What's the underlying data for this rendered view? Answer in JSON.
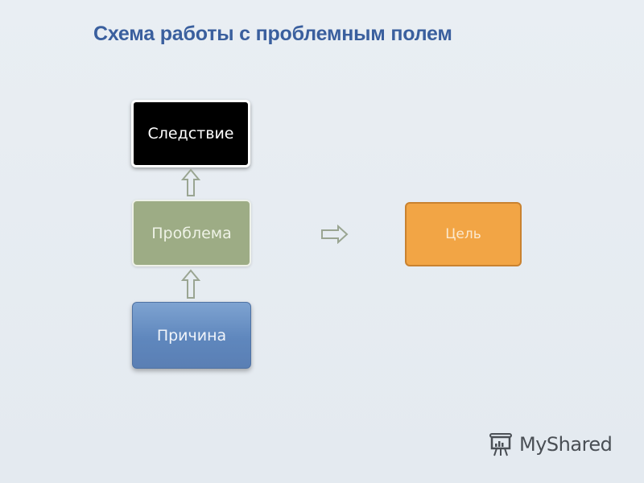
{
  "title": "Схема работы с проблемным полем",
  "diagram": {
    "nodes": [
      {
        "id": "effect",
        "label": "Следствие",
        "color": "#000000"
      },
      {
        "id": "problem",
        "label": "Проблема",
        "color": "#9dac85"
      },
      {
        "id": "cause",
        "label": "Причина",
        "color": "#5f87bd"
      },
      {
        "id": "goal",
        "label": "Цель",
        "color": "#f2a545"
      }
    ],
    "edges": [
      {
        "from": "cause",
        "to": "problem",
        "type": "hollow-arrow-up"
      },
      {
        "from": "problem",
        "to": "effect",
        "type": "hollow-arrow-up"
      },
      {
        "from": "problem",
        "to": "goal",
        "type": "hollow-arrow-right"
      }
    ]
  },
  "watermark": {
    "text": "MyShared",
    "icon": "presentation-board-icon"
  }
}
